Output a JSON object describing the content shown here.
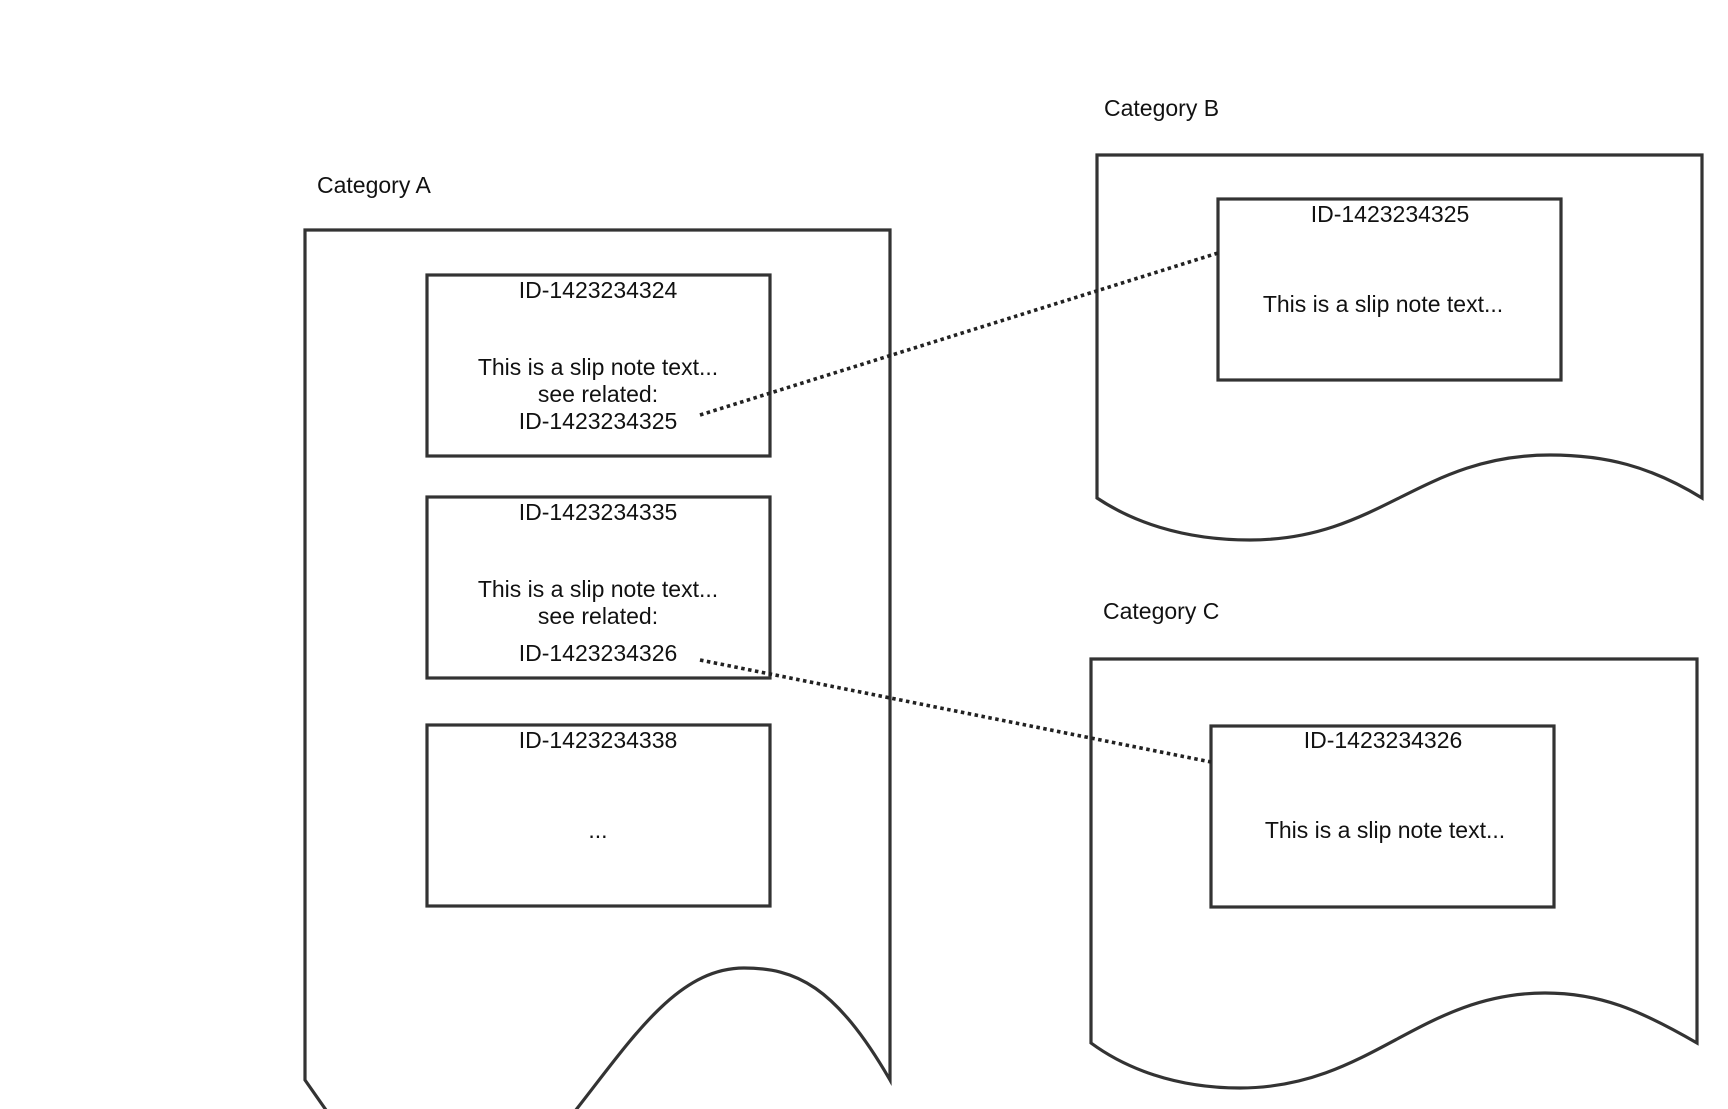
{
  "categories": [
    {
      "label": "Category A",
      "notes": [
        {
          "id": "ID-1423234324",
          "lines": [
            "This is a slip note text...",
            "see related:",
            "ID-1423234325"
          ]
        },
        {
          "id": "ID-1423234335",
          "lines": [
            "This is a slip note text...",
            "see related:",
            "ID-1423234326"
          ]
        },
        {
          "id": "ID-1423234338",
          "lines": [
            "..."
          ]
        }
      ]
    },
    {
      "label": "Category B",
      "notes": [
        {
          "id": "ID-1423234325",
          "lines": [
            "This is a slip note text..."
          ]
        }
      ]
    },
    {
      "label": "Category C",
      "notes": [
        {
          "id": "ID-1423234326",
          "lines": [
            "This is a slip note text..."
          ]
        }
      ]
    }
  ],
  "links": [
    {
      "from": "ID-1423234324",
      "to": "ID-1423234325",
      "style": "dotted"
    },
    {
      "from": "ID-1423234335",
      "to": "ID-1423234326",
      "style": "dotted"
    }
  ]
}
